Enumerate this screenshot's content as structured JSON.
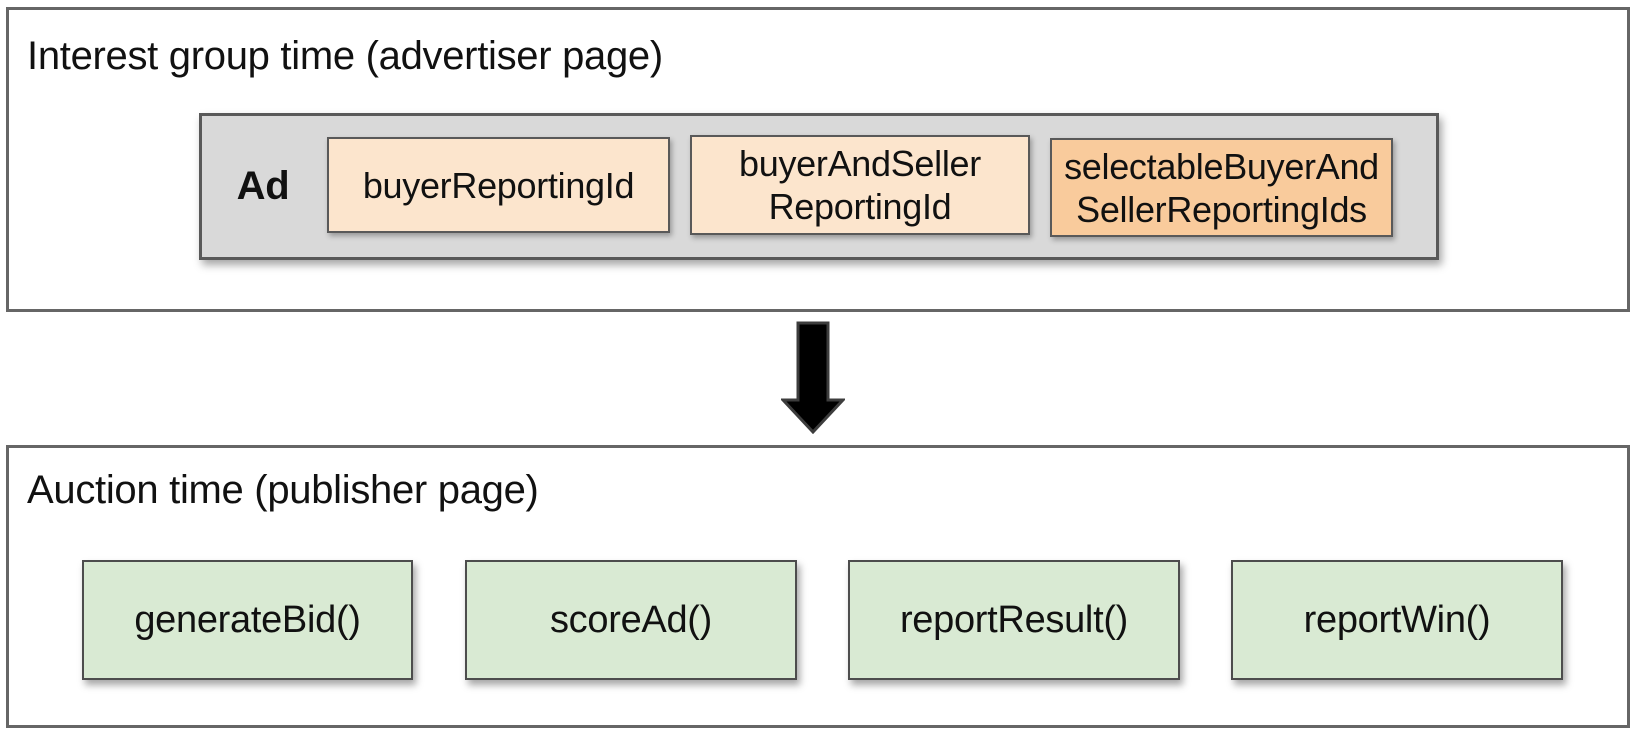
{
  "top_section": {
    "title": "Interest group time (advertiser page)",
    "ad": {
      "label": "Ad",
      "boxes": [
        {
          "line1": "buyerReportingId",
          "line2": "",
          "variant": "peach"
        },
        {
          "line1": "buyerAndSeller",
          "line2": "ReportingId",
          "variant": "peach"
        },
        {
          "line1": "selectableBuyerAnd",
          "line2": "SellerReportingIds",
          "variant": "orange"
        }
      ]
    }
  },
  "bottom_section": {
    "title": "Auction time (publisher page)",
    "functions": [
      "generateBid()",
      "scoreAd()",
      "reportResult()",
      "reportWin()"
    ]
  },
  "colors": {
    "peach": "#fce5cd",
    "orange": "#f9cb9c",
    "green": "#d9ead3",
    "gray-fill": "#d9d9d9",
    "border-dark": "#595959",
    "outer-border": "#666666",
    "text": "#111111",
    "arrow-fill": "#000000",
    "arrow-stroke": "#3d3d3d"
  }
}
